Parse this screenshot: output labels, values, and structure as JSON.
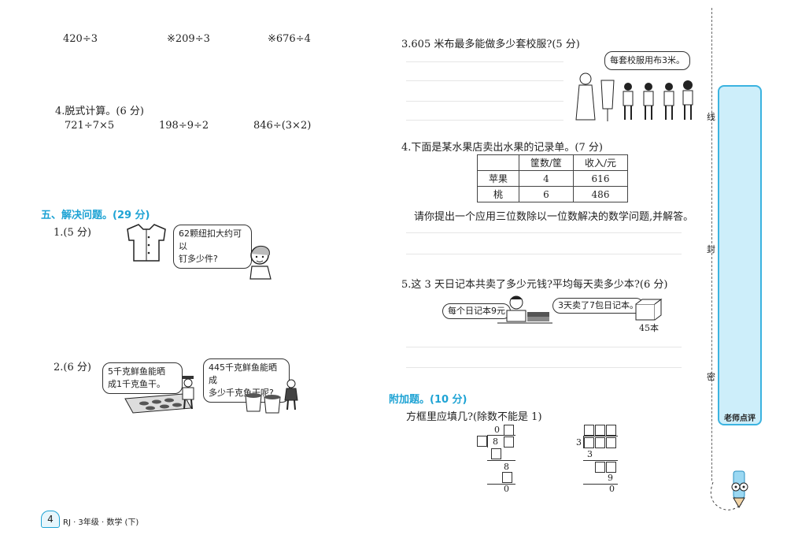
{
  "left": {
    "calc_row": [
      "420÷3",
      "※209÷3",
      "※676÷4"
    ],
    "q4_title": "4.脱式计算。(6 分)",
    "q4_items": [
      "721÷7×5",
      "198÷9÷2",
      "846÷(3×2)"
    ],
    "section5_title": "五、解决问题。(29 分)",
    "p1_label": "1.(5 分)",
    "p1_bubble": [
      "62颗纽扣大约可以",
      "钉多少件?"
    ],
    "p2_label": "2.(6 分)",
    "p2_bubble_a": [
      "5千克鲜鱼能晒",
      "成1千克鱼干。"
    ],
    "p2_bubble_b": [
      "445千克鲜鱼能晒成",
      "多少千克鱼干呢?"
    ]
  },
  "right": {
    "q3": "3.605 米布最多能做多少套校服?(5 分)",
    "q3_bubble": "每套校服用布3米。",
    "q4": "4.下面是某水果店卖出水果的记录单。(7 分)",
    "table": {
      "headers": [
        "",
        "筐数/筐",
        "收入/元"
      ],
      "rows": [
        [
          "苹果",
          "4",
          "616"
        ],
        [
          "桃",
          "6",
          "486"
        ]
      ]
    },
    "q4_prompt": "请你提出一个应用三位数除以一位数解决的数学问题,并解答。",
    "q5": "5.这 3 天日记本共卖了多少元钱?平均每天卖多少本?(6 分)",
    "q5_bubble_a": "每个日记本9元",
    "q5_bubble_b": "3天卖了7包日记本。",
    "q5_box_label": "45本",
    "bonus_title": "附加题。(10 分)",
    "bonus_prompt": "方框里应填几?(除数不能是 1)",
    "div1": {
      "digit_top": "0",
      "digit_8": "8",
      "digit_8b": "8",
      "remainder": "0"
    },
    "div2": {
      "divisor": "3",
      "digit_3": "3",
      "digit_9": "9",
      "remainder": "0"
    }
  },
  "sidebar": {
    "chars": [
      "线",
      "封",
      "密"
    ],
    "label": "老师点评"
  },
  "footer": {
    "page_num": "4",
    "book_info": "RJ · 3年级 · 数学 (下)"
  }
}
